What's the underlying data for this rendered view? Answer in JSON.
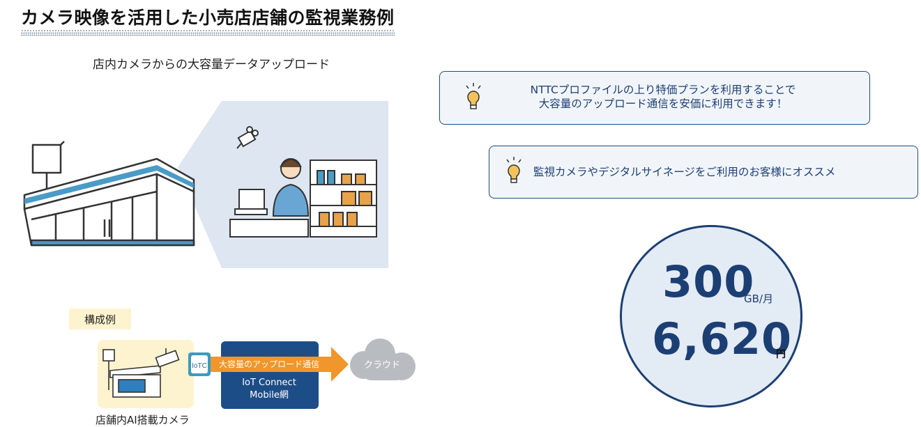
{
  "title": "カメラ映像を活用した小売店店舗の監視業務例",
  "scene_caption": "店内カメラからの大容量データアップロード",
  "callouts": [
    {
      "line1": "NTTCプロファイルの上り特価プランを利用することで",
      "line2": "大容量のアップロード通信を安価に利用できます！",
      "icon": "lightbulb-icon"
    },
    {
      "text": "監視カメラやデジタルサイネージをご利用のお客様にオススメ",
      "icon": "lightbulb-icon"
    }
  ],
  "price": {
    "data_amount": "300",
    "data_unit": "GB/月",
    "amount": "6,620",
    "amount_unit": "円"
  },
  "config": {
    "label": "構成例",
    "iotc_badge": "IoTC",
    "arrow_text": "大容量のアップロード通信",
    "network_line1": "IoT Connect",
    "network_line2": "Mobile網",
    "cloud": "クラウド",
    "device_caption": "店舗内AI搭載カメラ"
  },
  "colors": {
    "navy": "#1c3f73",
    "arrow_orange": "#f0962a",
    "network_box": "#1d4d87",
    "cloud_gray": "#b8bcc1",
    "pale_yellow": "#fdf3cf",
    "pale_blue": "#dde6f1"
  }
}
